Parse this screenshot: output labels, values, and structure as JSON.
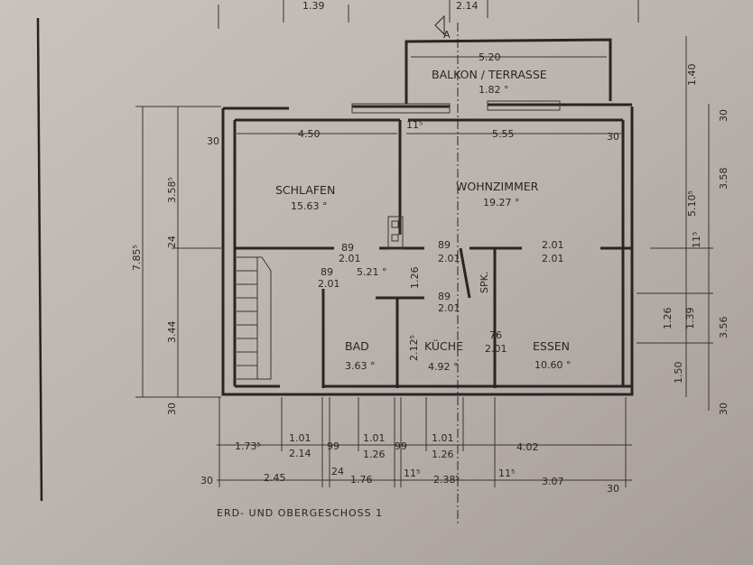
{
  "title": "ERD- UND OBERGESCHOSS 1",
  "section_marker": "A",
  "rooms": {
    "balkon": {
      "name": "BALKON / TERRASSE",
      "area": "1.82 °"
    },
    "schlafen": {
      "name": "SCHLAFEN",
      "area": "15.63 °"
    },
    "wohnzimmer": {
      "name": "WOHNZIMMER",
      "area": "19.27 °"
    },
    "flur": {
      "area": "5.21 °"
    },
    "spk": {
      "name": "SPK."
    },
    "bad": {
      "name": "BAD",
      "area": "3.63 °"
    },
    "kueche": {
      "name": "KÜCHE",
      "area": "4.92 °"
    },
    "essen": {
      "name": "ESSEN",
      "area": "10.60 °"
    }
  },
  "dims": {
    "top_cut": [
      "1.39",
      "2.14"
    ],
    "balkon_width": "5.20",
    "balkon_depth": "1.40",
    "schlafen_width": "4.50",
    "wohn_width": "5.55",
    "wall_115": "11⁵",
    "wall_30": "30",
    "left_total": "7.85⁵",
    "left_upper": "3.58⁵",
    "left_24": "24",
    "left_lower": "3.44",
    "right_upper": "3.58",
    "right_upper_inner": "5.10⁵",
    "right_115": "11⁵",
    "right_126": "1.26",
    "right_139": "1.39",
    "right_356": "3.56",
    "right_150": "1.50",
    "door_89_201": [
      "89",
      "2.01"
    ],
    "opening_201_201": [
      "2.01",
      "2.01"
    ],
    "door_76_201": [
      "76",
      "2.01"
    ],
    "flur_126": "1.26",
    "kueche_2125": "2.12⁵",
    "bottom_row1": [
      "1.73⁵",
      "1.01",
      "2.14",
      "99",
      "1.01",
      "1.26",
      "99",
      "1.01",
      "1.26",
      "4.02"
    ],
    "bottom_row2": [
      "30",
      "2.45",
      "24",
      "1.76",
      "11⁵",
      "2.38⁵",
      "11⁵",
      "3.07",
      "30"
    ]
  }
}
